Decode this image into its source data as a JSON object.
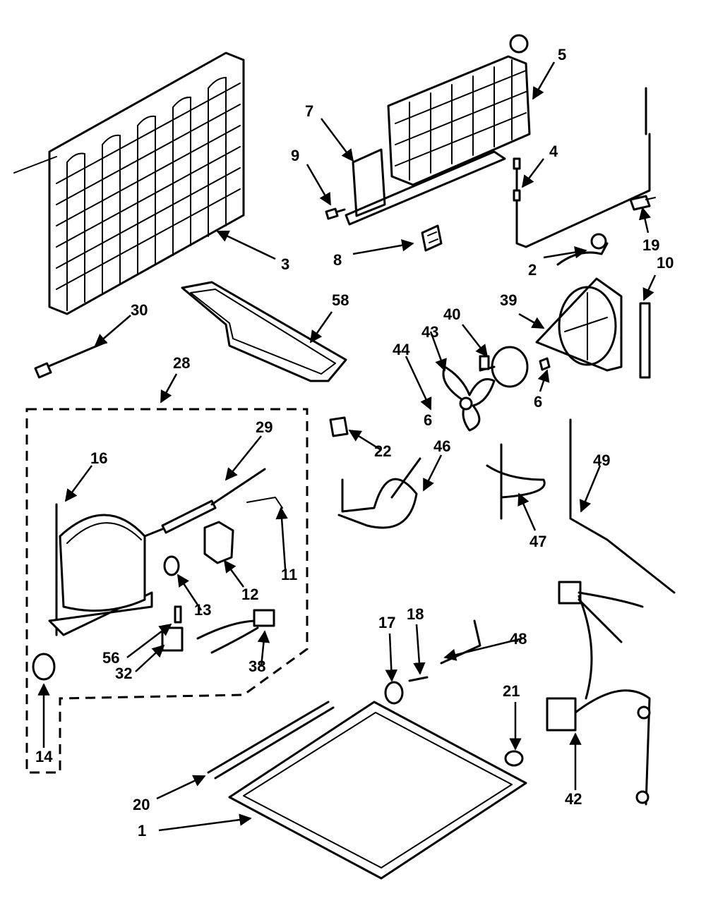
{
  "callouts": {
    "c1": "1",
    "c2": "2",
    "c3": "3",
    "c4": "4",
    "c5": "5",
    "c6a": "6",
    "c6b": "6",
    "c7": "7",
    "c8": "8",
    "c9": "9",
    "c10": "10",
    "c11": "11",
    "c12": "12",
    "c13": "13",
    "c14": "14",
    "c16": "16",
    "c17": "17",
    "c18": "18",
    "c19": "19",
    "c20": "20",
    "c21": "21",
    "c22": "22",
    "c28": "28",
    "c29": "29",
    "c30": "30",
    "c32": "32",
    "c38": "38",
    "c39": "39",
    "c40": "40",
    "c42": "42",
    "c43": "43",
    "c44": "44",
    "c46": "46",
    "c47": "47",
    "c48": "48",
    "c49": "49",
    "c56": "56",
    "c58": "58"
  }
}
